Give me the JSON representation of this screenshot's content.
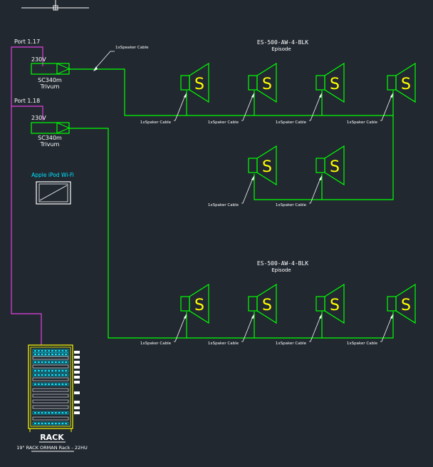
{
  "diagram": {
    "ports": [
      {
        "id": "p117",
        "label": "Port 1.17"
      },
      {
        "id": "p118",
        "label": "Port 1.18"
      }
    ],
    "amplifiers": [
      {
        "id": "amp1",
        "voltage": "230V",
        "model": "SC340m",
        "brand": "Trivum"
      },
      {
        "id": "amp2",
        "voltage": "230V",
        "model": "SC340m",
        "brand": "Trivum"
      }
    ],
    "top_cable_label": "1xSpeaker Cable",
    "speaker_cable_label": "1xSpaker Cable",
    "speaker_glyph": "S",
    "zones": [
      {
        "id": "zone1",
        "model": "ES-500-AW-4-BLK",
        "brand": "Episode"
      },
      {
        "id": "zone2",
        "model": "ES-500-AW-4-BLK",
        "brand": "Episode"
      }
    ],
    "ipod_label": "Apple iPod Wi-Fi",
    "rack": {
      "title": "RACK",
      "subtitle": "19\" RACK ORMAN Rack - 22HU"
    },
    "colors": {
      "background": "#212830",
      "speaker_wire": "#00ff00",
      "speaker_glyph": "#ffff00",
      "network_wire": "#e040e0",
      "label_text": "#ffffff",
      "ipod_text": "#00e5ff",
      "rack_outline": "#ffff00",
      "rack_detail": "#00e5ff"
    }
  }
}
